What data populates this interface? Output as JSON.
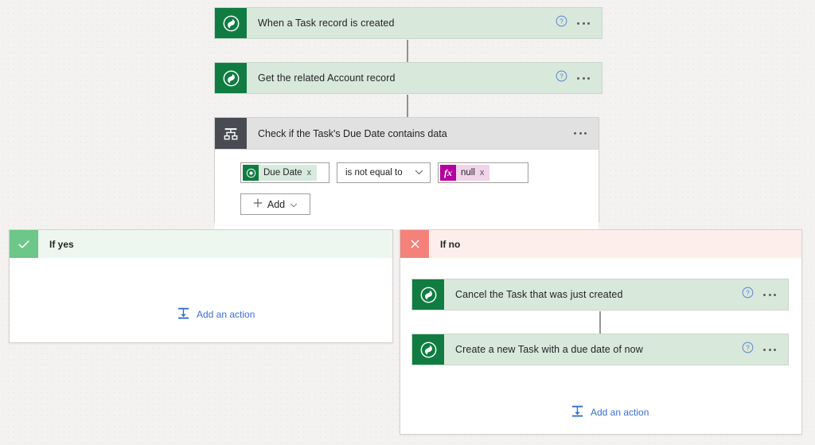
{
  "canvas": {
    "background_color": "#f3f2f1",
    "accent_green": "#107c41",
    "accent_magenta": "#b4009e",
    "link_blue": "#3a6fd8",
    "yes_badge_color": "#6cc788",
    "no_badge_color": "#f4827b"
  },
  "steps": [
    {
      "id": "trigger",
      "title": "When a Task record is created",
      "icon": "dataverse-icon",
      "help_icon": "help-circle-icon",
      "menu_icon": "ellipsis-icon"
    },
    {
      "id": "get-account",
      "title": "Get the related Account record",
      "icon": "dataverse-icon",
      "help_icon": "help-circle-icon",
      "menu_icon": "ellipsis-icon"
    }
  ],
  "condition": {
    "title": "Check if the Task's Due Date contains data",
    "icon": "condition-branch-icon",
    "menu_icon": "ellipsis-icon",
    "row": {
      "left_token": {
        "label": "Due Date",
        "badge_icon": "dataverse-token-icon",
        "remove_icon": "remove-token-icon",
        "remove_label": "x"
      },
      "operator": {
        "value": "is not equal to",
        "chevron_icon": "chevron-down-icon"
      },
      "right_value": {
        "label": "null",
        "badge_icon": "function-fx-icon",
        "badge_label": "fx",
        "remove_icon": "remove-token-icon",
        "remove_label": "x"
      }
    },
    "add_button": {
      "label": "Add",
      "plus_icon": "plus-icon",
      "chevron_icon": "chevron-down-icon"
    }
  },
  "branches": {
    "yes": {
      "label": "If yes",
      "badge_icon": "checkmark-icon",
      "actions": [],
      "add_action": {
        "label": "Add an action",
        "icon": "add-action-icon"
      }
    },
    "no": {
      "label": "If no",
      "badge_icon": "close-x-icon",
      "actions": [
        {
          "id": "cancel-task",
          "title": "Cancel the Task that was just created",
          "icon": "dataverse-icon",
          "help_icon": "help-circle-icon",
          "menu_icon": "ellipsis-icon"
        },
        {
          "id": "create-task",
          "title": "Create a new Task with a due date of now",
          "icon": "dataverse-icon",
          "help_icon": "help-circle-icon",
          "menu_icon": "ellipsis-icon"
        }
      ],
      "add_action": {
        "label": "Add an action",
        "icon": "add-action-icon"
      }
    }
  }
}
